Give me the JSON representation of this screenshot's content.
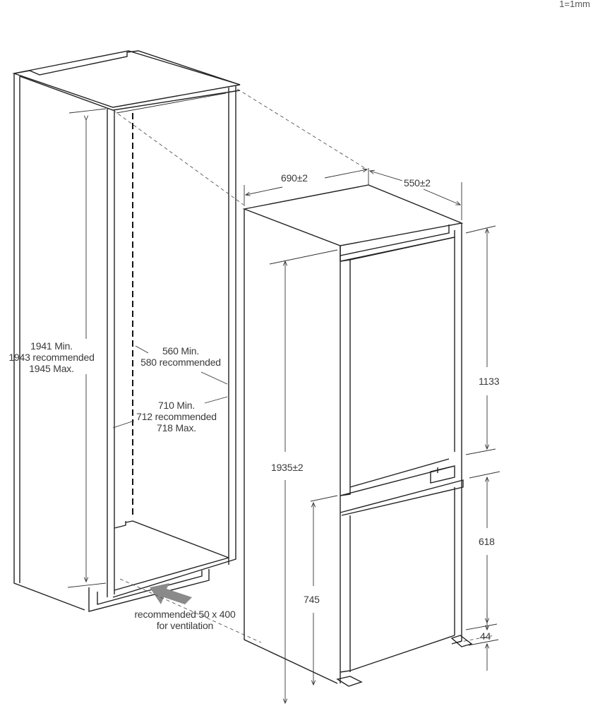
{
  "scale_note": "1=1mm",
  "niche": {
    "height": {
      "line1": "1941 Min.",
      "line2": "1943 recommended",
      "line3": "1945 Max."
    },
    "width": {
      "line1": "560 Min.",
      "line2": "580 recommended"
    },
    "depth": {
      "line1": "710 Min.",
      "line2": "712 recommended",
      "line3": "718 Max."
    },
    "ventilation": {
      "line1": "recommended 50 x 400",
      "line2": "for ventilation"
    }
  },
  "appliance": {
    "depth": "690±2",
    "width": "550±2",
    "total_height": "1935±2",
    "upper_door_height": "1133",
    "lower_door_height": "618",
    "lower_door_offset": "745",
    "plinth_height": "44"
  },
  "colors": {
    "line": "#222222",
    "arrow_fill": "#8a8a8a",
    "background": "#ffffff"
  }
}
